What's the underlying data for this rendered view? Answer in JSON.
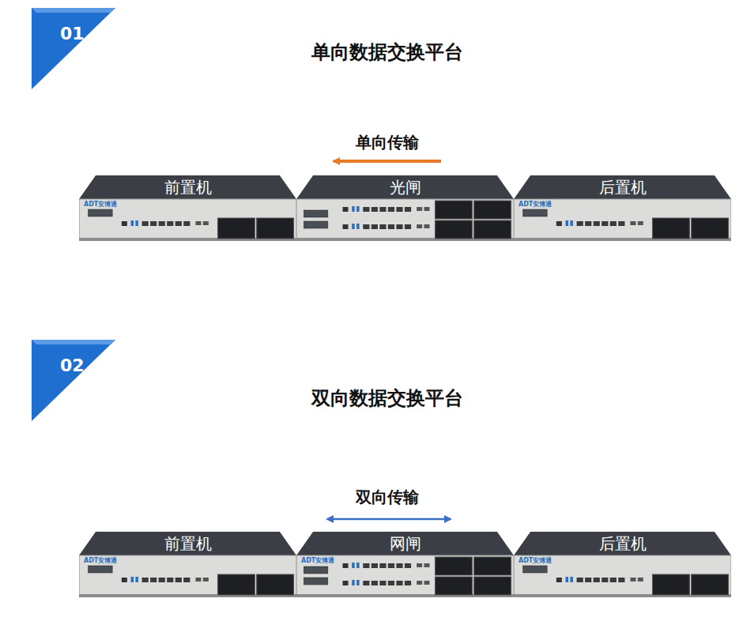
{
  "diagram": {
    "nodes": [
      {
        "text": [
          "前置机"
        ]
      },
      {
        "text": [
          "光闸"
        ]
      },
      {
        "text": [
          "后置机"
        ]
      },
      {
        "text": [
          "前置机"
        ]
      },
      {
        "text": [
          "网闸"
        ]
      },
      {
        "text": [
          "后置机"
        ]
      }
    ],
    "edges": [
      {
        "from": 2,
        "to": 1,
        "arrow": "to"
      },
      {
        "from": 1,
        "to": 0,
        "arrow": "to"
      },
      {
        "from": 3,
        "to": 4,
        "arrow": "to"
      },
      {
        "from": 4,
        "to": 5,
        "arrow": "to"
      },
      {
        "from": 5,
        "to": 4,
        "arrow": "to"
      },
      {
        "from": 4,
        "to": 3,
        "arrow": "to"
      }
    ],
    "labels": [
      "01",
      "单向数据交换平台",
      "单向传输",
      "02",
      "双向数据交换平台",
      "双向传输",
      "ADT安博通",
      "ADT安博通",
      "ADT安博通",
      "ADT安博通",
      "ADT安博通"
    ]
  }
}
